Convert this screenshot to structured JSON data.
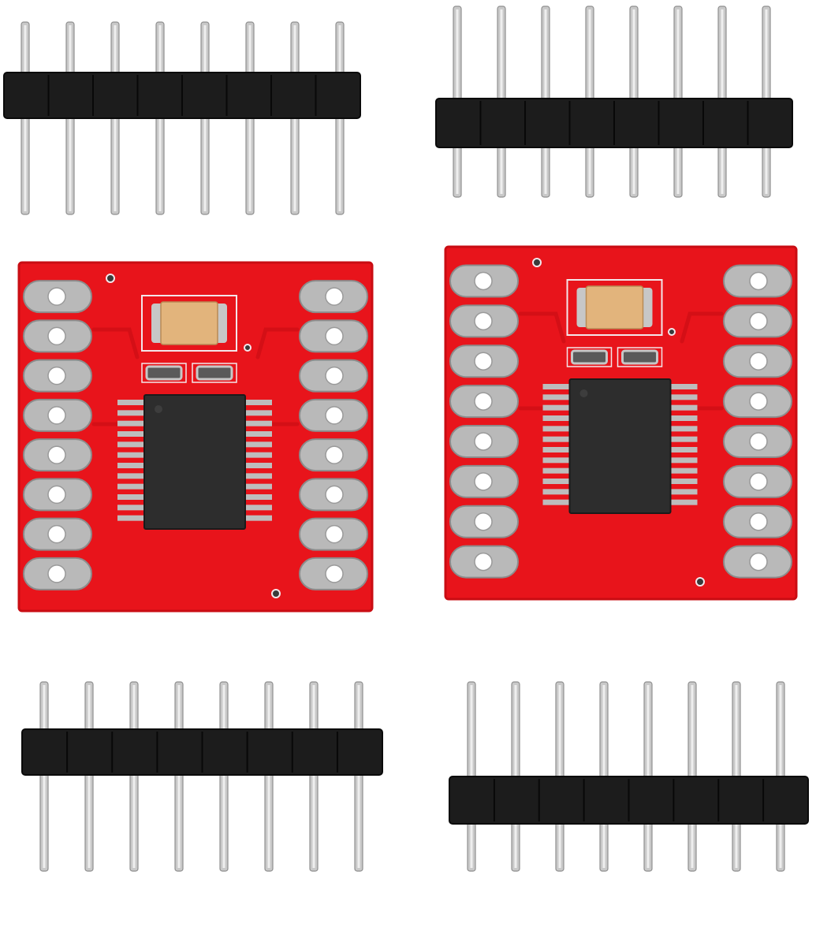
{
  "scene": {
    "background": "#ffffff",
    "colors": {
      "pcb": "#e8141b",
      "pcb_shade": "#c90d13",
      "trace": "#d40f16",
      "pad": "#b9b9b9",
      "pad_edge": "#8c8c8c",
      "hole": "#ffffff",
      "header_plastic": "#1c1c1c",
      "header_plastic_edge": "#0a0a0a",
      "pin_metal": "#c9c9c9",
      "pin_metal_shade": "#8f8f8f",
      "chip_body": "#2d2d2d",
      "chip_leg": "#bdbdbd",
      "capacitor_body": "#e2b47c",
      "capacitor_end": "#c7c7c7",
      "silkscreen": "#f3e6ea"
    },
    "header_strips": [
      {
        "id": "header-top-left",
        "pins": 8
      },
      {
        "id": "header-top-right",
        "pins": 8
      },
      {
        "id": "header-bottom-left",
        "pins": 8
      },
      {
        "id": "header-bottom-right",
        "pins": 8
      }
    ],
    "boards": [
      {
        "id": "board-left",
        "pads_per_side": 8,
        "ic_legs_per_side": 12
      },
      {
        "id": "board-right",
        "pads_per_side": 8,
        "ic_legs_per_side": 12
      }
    ]
  }
}
